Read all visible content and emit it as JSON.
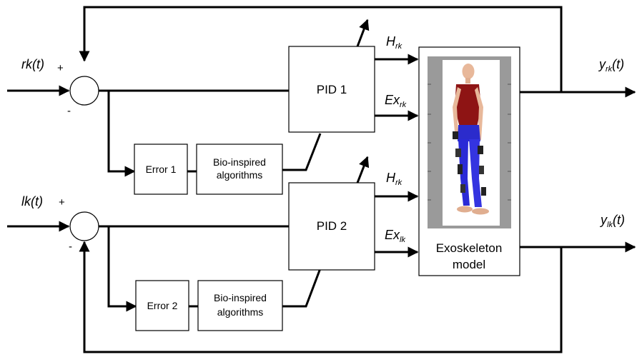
{
  "inputs": {
    "rk": "rk(t)",
    "lk": "lk(t)"
  },
  "signs": {
    "top_plus": "+",
    "top_minus": "-",
    "bottom_plus": "+",
    "bottom_minus": "-"
  },
  "blocks": {
    "pid1": "PID 1",
    "pid2": "PID 2",
    "error1": "Error 1",
    "error2": "Error 2",
    "bio_line1": "Bio-inspired",
    "bio_line2": "algorithms",
    "exo_line1": "Exoskeleton",
    "exo_line2": "model"
  },
  "signals": {
    "h_top": {
      "main": "H",
      "sub": "rk"
    },
    "ex_top": {
      "main": "Ex",
      "sub": "rk"
    },
    "h_bottom": {
      "main": "H",
      "sub": "rk"
    },
    "ex_bottom": {
      "main": "Ex",
      "sub": "lk"
    }
  },
  "outputs": {
    "y_rk": {
      "main": "y",
      "sub": "rk",
      "tail": "(t)"
    },
    "y_lk": {
      "main": "y",
      "sub": "lk",
      "tail": "(t)"
    }
  }
}
